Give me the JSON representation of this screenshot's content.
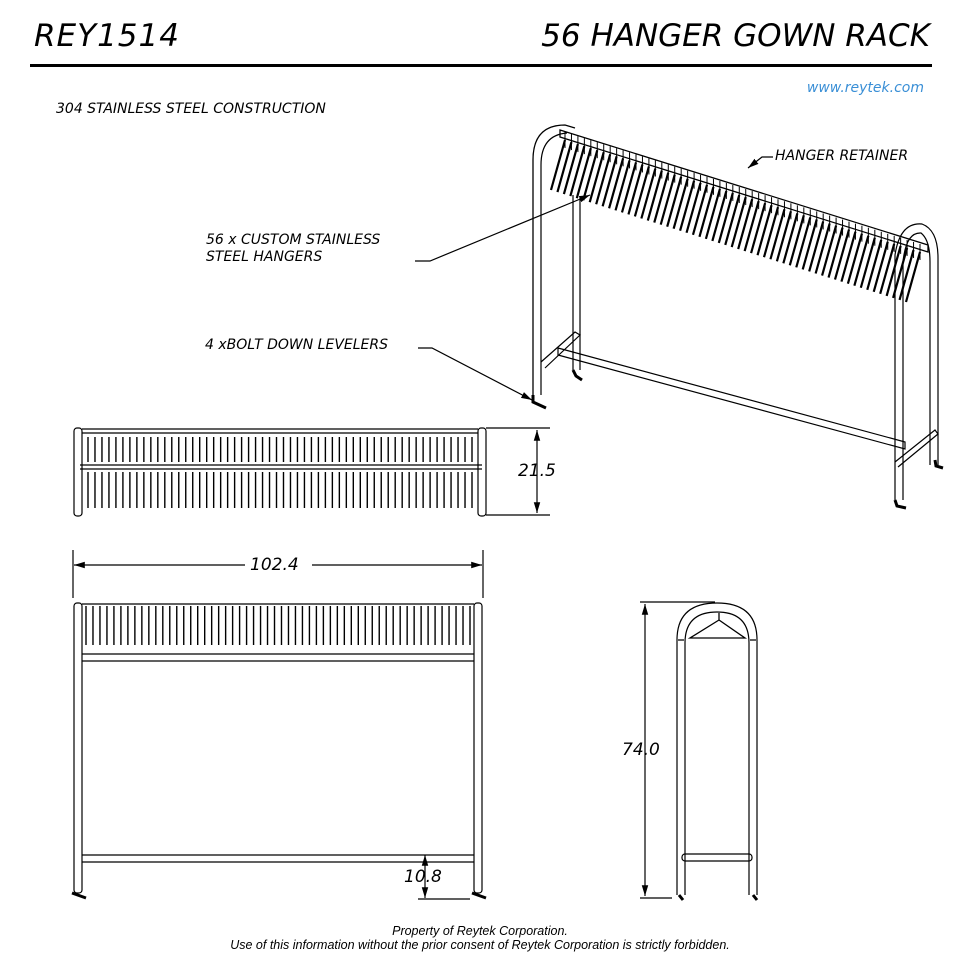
{
  "header": {
    "part_number": "REY1514",
    "product_name": "56 HANGER GOWN RACK",
    "website": "www.reytek.com"
  },
  "notes": {
    "material": "304 STAINLESS STEEL CONSTRUCTION"
  },
  "callouts": {
    "hangers_line1": "56 x CUSTOM STAINLESS",
    "hangers_line2": "STEEL HANGERS",
    "levelers": "4 xBOLT DOWN LEVELERS",
    "retainer": "HANGER RETAINER"
  },
  "dimensions": {
    "depth": "21.5",
    "width": "102.4",
    "height": "74.0",
    "bottom_bar_height": "10.8"
  },
  "views": [
    "isometric",
    "top",
    "front",
    "side"
  ],
  "hanger_count": 56,
  "accent_color": "#3a8fd6",
  "footer": {
    "line1": "Property of Reytek Corporation.",
    "line2": "Use of this information without the prior consent of Reytek Corporation is strictly forbidden."
  }
}
